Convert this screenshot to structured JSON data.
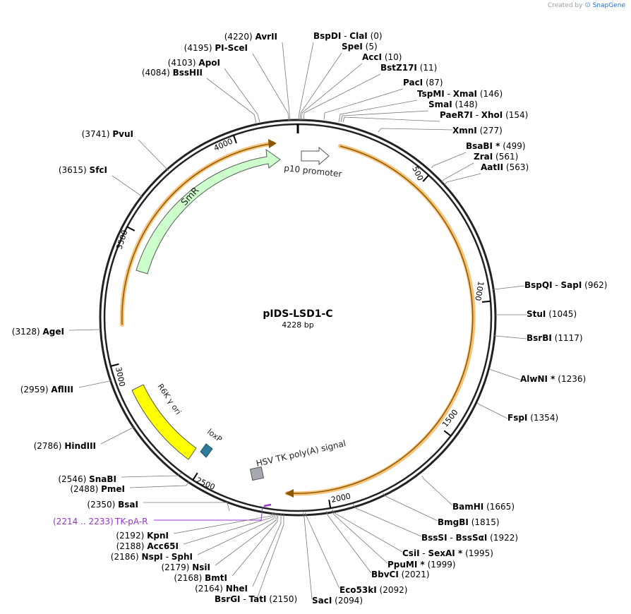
{
  "branding": {
    "created_by": "Created by",
    "app": "SnapGene"
  },
  "map": {
    "name": "pIDS-LSD1-C",
    "length_label": "4228 bp",
    "total_bp": 4228,
    "ticks": [
      {
        "bp": 500,
        "label": "500"
      },
      {
        "bp": 1000,
        "label": "1000"
      },
      {
        "bp": 1500,
        "label": "1500"
      },
      {
        "bp": 2000,
        "label": "2000"
      },
      {
        "bp": 2500,
        "label": "2500"
      },
      {
        "bp": 3000,
        "label": "3000"
      },
      {
        "bp": 3500,
        "label": "3500"
      },
      {
        "bp": 4000,
        "label": "4000"
      }
    ],
    "features": [
      {
        "name": "p10 promoter",
        "kind": "promoter",
        "color": "#ffffff"
      },
      {
        "name": "SmR",
        "kind": "cds",
        "color": "#ccffcc"
      },
      {
        "name": "R6K γ ori",
        "kind": "origin",
        "color": "#ffff00"
      },
      {
        "name": "loxP",
        "kind": "site",
        "color": "#2e7b9a"
      },
      {
        "name": "HSV TK poly(A) signal",
        "kind": "terminator",
        "color": "#a7a9b0"
      },
      {
        "name": "TK-pA-R",
        "kind": "primer",
        "range": "(2214 .. 2233)",
        "color": "#9933cc"
      }
    ],
    "sites": [
      {
        "names": [
          "AvrII"
        ],
        "pos": "(4220)"
      },
      {
        "names": [
          "PI-SceI"
        ],
        "pos": "(4195)"
      },
      {
        "names": [
          "ApoI"
        ],
        "pos": "(4103)"
      },
      {
        "names": [
          "BssHII"
        ],
        "pos": "(4084)"
      },
      {
        "names": [
          "PvuI"
        ],
        "pos": "(3741)"
      },
      {
        "names": [
          "SfcI"
        ],
        "pos": "(3615)"
      },
      {
        "names": [
          "AgeI"
        ],
        "pos": "(3128)"
      },
      {
        "names": [
          "AflIII"
        ],
        "pos": "(2959)"
      },
      {
        "names": [
          "HindIII"
        ],
        "pos": "(2786)"
      },
      {
        "names": [
          "SnaBI"
        ],
        "pos": "(2546)"
      },
      {
        "names": [
          "PmeI"
        ],
        "pos": "(2488)"
      },
      {
        "names": [
          "BsaI"
        ],
        "pos": "(2350)"
      },
      {
        "names": [
          "KpnI"
        ],
        "pos": "(2192)"
      },
      {
        "names": [
          "Acc65I"
        ],
        "pos": "(2188)"
      },
      {
        "names": [
          "NspI",
          "SphI"
        ],
        "pos": "(2186)"
      },
      {
        "names": [
          "NsiI"
        ],
        "pos": "(2179)"
      },
      {
        "names": [
          "BmtI"
        ],
        "pos": "(2168)"
      },
      {
        "names": [
          "NheI"
        ],
        "pos": "(2164)"
      },
      {
        "names": [
          "BsrGI",
          "TatI"
        ],
        "pos": "(2150)"
      },
      {
        "names": [
          "BspDI",
          "ClaI"
        ],
        "pos": "(0)"
      },
      {
        "names": [
          "SpeI"
        ],
        "pos": "(5)"
      },
      {
        "names": [
          "AccI"
        ],
        "pos": "(10)"
      },
      {
        "names": [
          "BstZ17I"
        ],
        "pos": "(11)"
      },
      {
        "names": [
          "PacI"
        ],
        "pos": "(87)"
      },
      {
        "names": [
          "TspMI",
          "XmaI"
        ],
        "pos": "(146)"
      },
      {
        "names": [
          "SmaI"
        ],
        "pos": "(148)"
      },
      {
        "names": [
          "PaeR7I",
          "XhoI"
        ],
        "pos": "(154)"
      },
      {
        "names": [
          "XmnI"
        ],
        "pos": "(277)"
      },
      {
        "names": [
          "BsaBI *"
        ],
        "pos": "(499)"
      },
      {
        "names": [
          "ZraI"
        ],
        "pos": "(561)"
      },
      {
        "names": [
          "AatII"
        ],
        "pos": "(563)"
      },
      {
        "names": [
          "BspQI",
          "SapI"
        ],
        "pos": "(962)"
      },
      {
        "names": [
          "StuI"
        ],
        "pos": "(1045)"
      },
      {
        "names": [
          "BsrBI"
        ],
        "pos": "(1117)"
      },
      {
        "names": [
          "AlwNI *"
        ],
        "pos": "(1236)"
      },
      {
        "names": [
          "FspI"
        ],
        "pos": "(1354)"
      },
      {
        "names": [
          "BamHI"
        ],
        "pos": "(1665)"
      },
      {
        "names": [
          "BmgBI"
        ],
        "pos": "(1815)"
      },
      {
        "names": [
          "BssSI",
          "BssSαI"
        ],
        "pos": "(1922)"
      },
      {
        "names": [
          "CsiI",
          "SexAI *"
        ],
        "pos": "(1995)"
      },
      {
        "names": [
          "PpuMI *"
        ],
        "pos": "(1999)"
      },
      {
        "names": [
          "BbvCI"
        ],
        "pos": "(2021)"
      },
      {
        "names": [
          "Eco53kI"
        ],
        "pos": "(2092)"
      },
      {
        "names": [
          "SacI"
        ],
        "pos": "(2094)"
      }
    ]
  }
}
